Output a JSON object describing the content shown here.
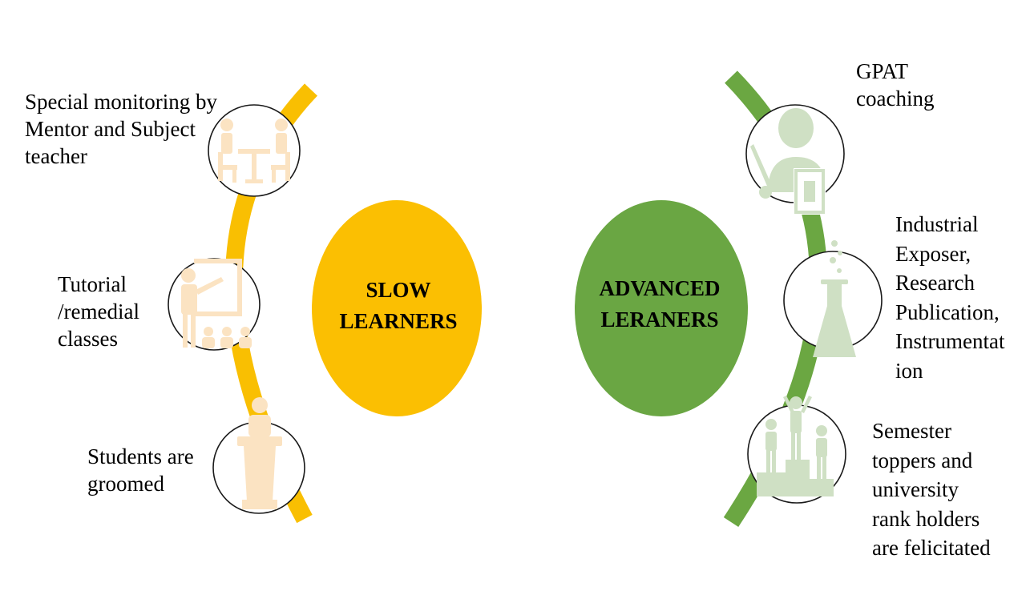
{
  "colors": {
    "slow_accent": "#f9bf02",
    "advanced_accent": "#6ba742",
    "slow_icon": "#fbe3c2",
    "advanced_icon": "#cfe0c4",
    "ring_stroke": "#1a1a1a"
  },
  "slow": {
    "title_line1": "SLOW",
    "title_line2": "LEARNERS",
    "items": [
      {
        "icon": "meeting-table-icon",
        "lines": [
          "Special monitoring by",
          "Mentor and Subject",
          "teacher"
        ]
      },
      {
        "icon": "teacher-board-icon",
        "lines": [
          "Tutorial",
          "/remedial",
          "classes"
        ]
      },
      {
        "icon": "speaker-podium-icon",
        "lines": [
          "Students are",
          "groomed"
        ]
      }
    ]
  },
  "advanced": {
    "title_line1": "ADVANCED",
    "title_line2": "LERANERS",
    "items": [
      {
        "icon": "coaching-presenter-icon",
        "lines": [
          "GPAT",
          "coaching"
        ]
      },
      {
        "icon": "flask-icon",
        "lines": [
          "Industrial",
          "Exposer,",
          "Research",
          "Publication,",
          "Instrumentat",
          "ion"
        ]
      },
      {
        "icon": "podium-winners-icon",
        "lines": [
          "Semester",
          "toppers and",
          "university",
          "rank holders",
          "are felicitated"
        ]
      }
    ]
  }
}
